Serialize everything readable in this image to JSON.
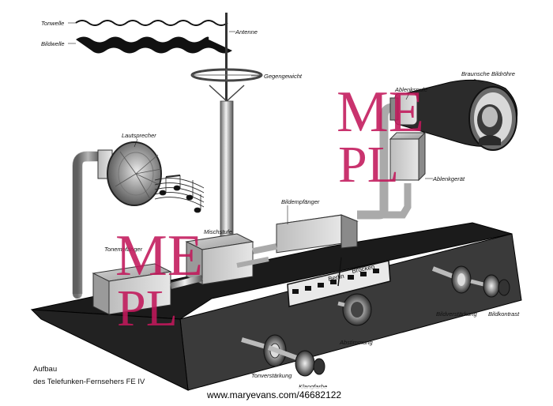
{
  "labels": {
    "tonwelle": "Tonwelle",
    "bildwelle": "Bildwelle",
    "antenne": "Antenne",
    "gegengewicht": "Gegengewicht",
    "braunsche_bildroehre": "Braunsche Bildröhre",
    "ablenkspule": "Ablenkspule",
    "lautsprecher": "Lautsprecher",
    "ablenkgeraet": "Ablenkgerät",
    "bildempfaenger": "Bildempfänger",
    "mischstufe": "Mischstufe",
    "tonempfaenger": "Tonempfänger",
    "bildverstaerkung": "Bildverstärkung",
    "bildkontrast": "Bildkontrast",
    "abstimmung": "Abstimmung",
    "tonverstaerkung": "Tonverstärkung",
    "klangfarbe": "Klangfarbe"
  },
  "sign": {
    "line1": "Berlin",
    "line2": "Brocken"
  },
  "caption": {
    "line1": "Aufbau",
    "line2": "des Telefunken-Fernsehers FE IV"
  },
  "watermark": {
    "top": "ME",
    "bottom": "PL",
    "url": "www.maryevans.com/46682122"
  },
  "colors": {
    "watermark": "#c2185b",
    "ink": "#111111",
    "base": "#2a2a2a"
  }
}
